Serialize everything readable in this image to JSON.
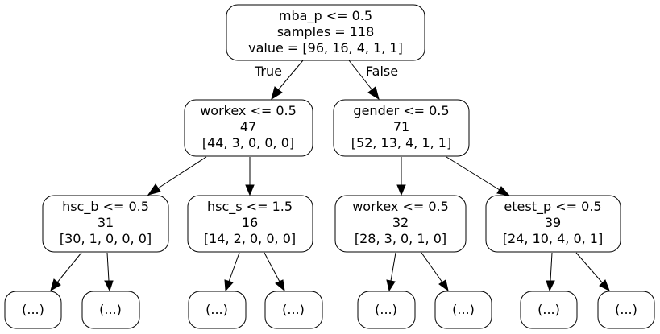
{
  "tree": {
    "root": {
      "lines": [
        "mba_p <= 0.5",
        "samples = 118",
        "value = [96, 16, 4, 1, 1]"
      ]
    },
    "level1": [
      {
        "lines": [
          "workex <= 0.5",
          "47",
          "[44, 3, 0, 0, 0]"
        ]
      },
      {
        "lines": [
          "gender <= 0.5",
          "71",
          "[52, 13, 4, 1, 1]"
        ]
      }
    ],
    "level2": [
      {
        "lines": [
          "hsc_b <= 0.5",
          "31",
          "[30, 1, 0, 0, 0]"
        ]
      },
      {
        "lines": [
          "hsc_s <= 1.5",
          "16",
          "[14, 2, 0, 0, 0]"
        ]
      },
      {
        "lines": [
          "workex <= 0.5",
          "32",
          "[28, 3, 0, 1, 0]"
        ]
      },
      {
        "lines": [
          "etest_p <= 0.5",
          "39",
          "[24, 10, 4, 0, 1]"
        ]
      }
    ],
    "leaves": [
      "(...)",
      "(...)",
      "(...)",
      "(...)",
      "(...)",
      "(...)",
      "(...)",
      "(...)"
    ],
    "edge_labels": {
      "true": "True",
      "false": "False"
    }
  }
}
